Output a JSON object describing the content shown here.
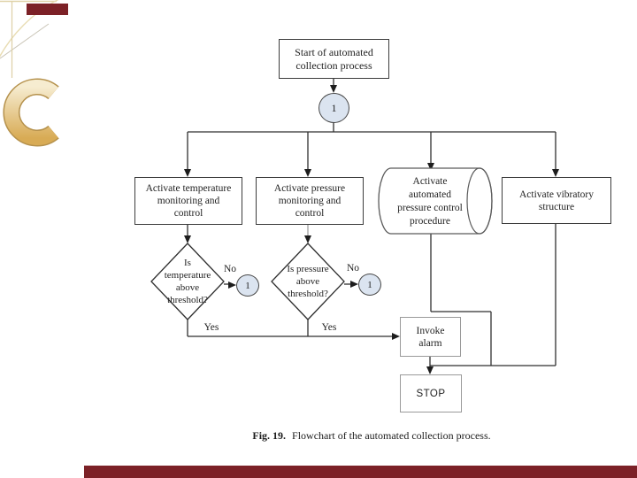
{
  "figure": {
    "caption_label": "Fig. 19.",
    "caption_text": "Flowchart of the automated collection process."
  },
  "flowchart": {
    "start": "Start of automated\ncollection process",
    "connector_label": "1",
    "branch_temperature": "Activate temperature\nmonitoring and\ncontrol",
    "branch_pressure": "Activate pressure\nmonitoring and\ncontrol",
    "branch_auto_pressure": "Activate\nautomated\npressure control\nprocedure",
    "branch_vibratory": "Activate vibratory\nstructure",
    "decision_temperature": "Is\ntemperature\nabove\nthreshold?",
    "decision_pressure": "Is pressure\nabove\nthreshold?",
    "label_no": "No",
    "label_yes": "Yes",
    "invoke_alarm": "Invoke\nalarm",
    "stop": "STOP"
  },
  "colors": {
    "accent_maroon": "#7c2127",
    "ornament_gold": "#d8ab55",
    "connector_fill": "#dbe4f0",
    "line_black": "#2f2f2f",
    "line_gray": "#9a9a9a"
  }
}
